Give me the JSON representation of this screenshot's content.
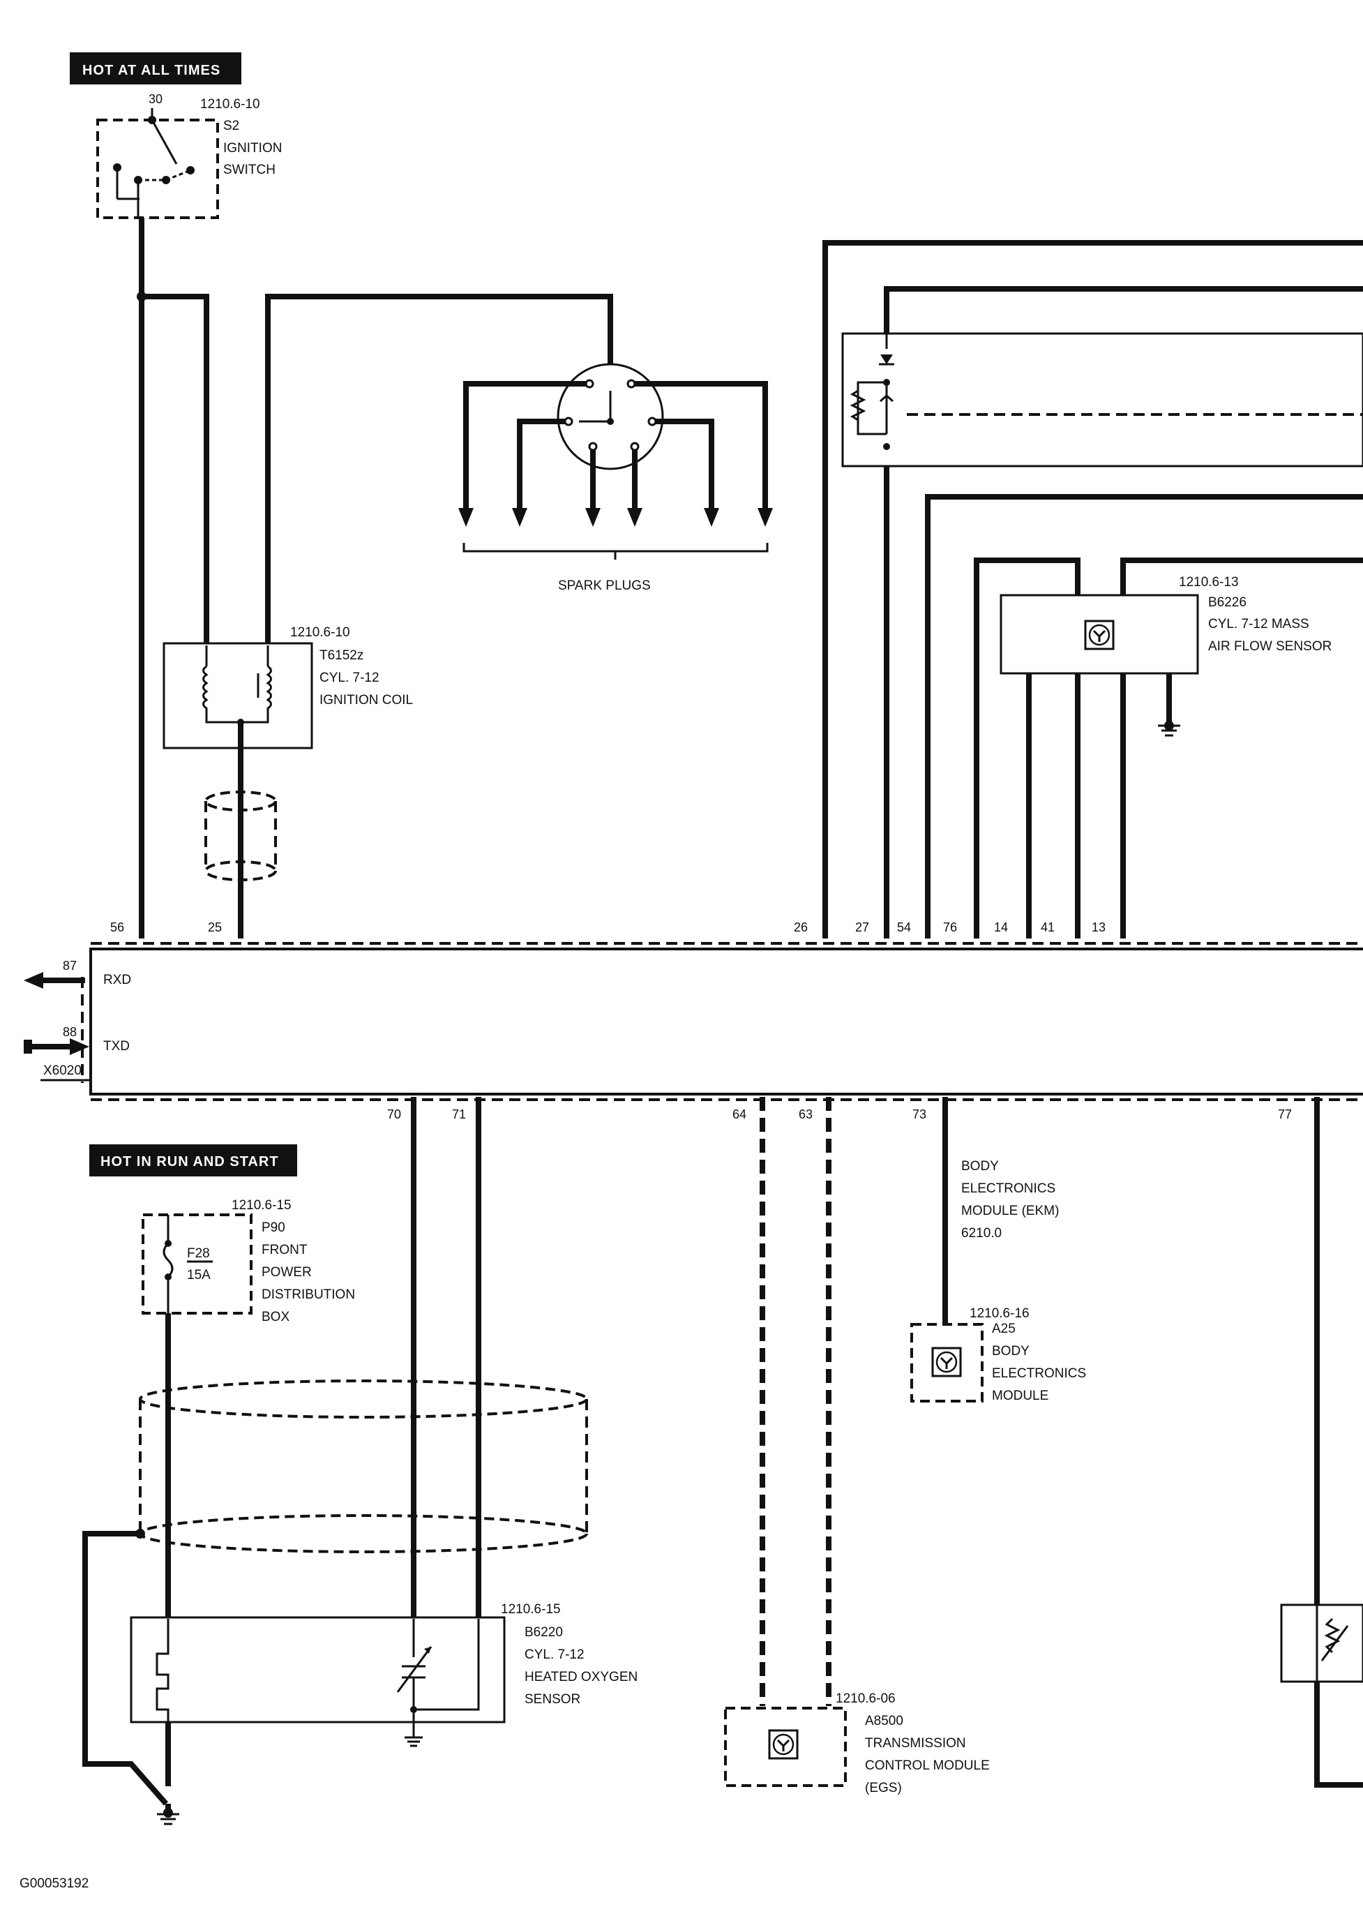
{
  "headers": {
    "hot_always": "HOT AT ALL TIMES",
    "hot_run_start": "HOT IN RUN AND START"
  },
  "ignition_switch": {
    "pin": "30",
    "ref": "1210.6-10",
    "code": "S2",
    "name_line1": "IGNITION",
    "name_line2": "SWITCH"
  },
  "spark_plugs": {
    "label": "SPARK PLUGS"
  },
  "ignition_coil": {
    "ref": "1210.6-10",
    "code": "T6152z",
    "line1": "CYL. 7-12",
    "line2": "IGNITION COIL"
  },
  "maf_sensor": {
    "ref": "1210.6-13",
    "code": "B6226",
    "line1": "CYL. 7-12 MASS",
    "line2": "AIR FLOW SENSOR"
  },
  "control_module": {
    "rxd": "RXD",
    "txd": "TXD",
    "pin_rxd": "87",
    "pin_txd": "88",
    "connector": "X6020",
    "top_pins": [
      "56",
      "25",
      "26",
      "27",
      "54",
      "76",
      "14",
      "41",
      "13"
    ],
    "bottom_pins": [
      "70",
      "71",
      "64",
      "63",
      "73",
      "77"
    ]
  },
  "fuse_box": {
    "ref": "1210.6-15",
    "code": "P90",
    "fuse": "F28",
    "rating": "15A",
    "line1": "FRONT",
    "line2": "POWER",
    "line3": "DISTRIBUTION",
    "line4": "BOX"
  },
  "ekm_note": {
    "line1": "BODY",
    "line2": "ELECTRONICS",
    "line3": "MODULE (EKM)",
    "line4": "6210.0"
  },
  "body_module": {
    "ref": "1210.6-16",
    "code": "A25",
    "line1": "BODY",
    "line2": "ELECTRONICS",
    "line3": "MODULE"
  },
  "oxygen_sensor": {
    "ref": "1210.6-15",
    "code": "B6220",
    "line1": "CYL. 7-12",
    "line2": "HEATED OXYGEN",
    "line3": "SENSOR"
  },
  "transmission_module": {
    "ref": "1210.6-06",
    "code": "A8500",
    "line1": "TRANSMISSION",
    "line2": "CONTROL MODULE",
    "line3": "(EGS)"
  },
  "figure_id": "G00053192"
}
